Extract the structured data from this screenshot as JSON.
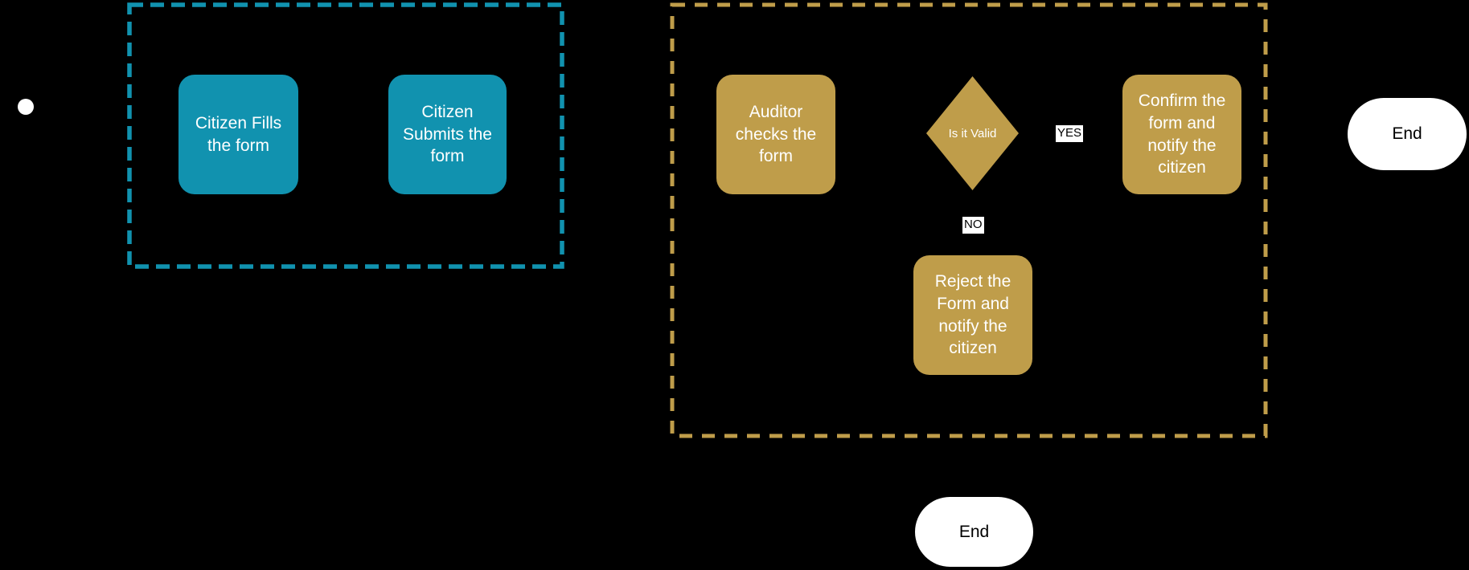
{
  "canvas": {
    "background": "#000000"
  },
  "colors": {
    "citizen_accent": "#1192af",
    "auditor_accent": "#bf9d4a",
    "terminal_fill": "#ffffff",
    "node_text": "#ffffff",
    "terminal_text": "#000000",
    "edge_label_bg": "#ffffff",
    "edge_label_text": "#000000"
  },
  "nodes": {
    "citizen_fills": {
      "label": "Citizen Fills\nthe form"
    },
    "citizen_submits": {
      "label": "Citizen\nSubmits the\nform"
    },
    "auditor_checks": {
      "label": "Auditor\nchecks the\nform"
    },
    "is_it_valid": {
      "label": "Is it Valid"
    },
    "confirm_notify": {
      "label": "Confirm the\nform and\nnotify the\ncitizen"
    },
    "reject_notify": {
      "label": "Reject the\nForm and\nnotify the\ncitizen"
    },
    "end_right": {
      "label": "End"
    },
    "end_bottom": {
      "label": "End"
    }
  },
  "edge_labels": {
    "yes": "YES",
    "no": "NO"
  }
}
